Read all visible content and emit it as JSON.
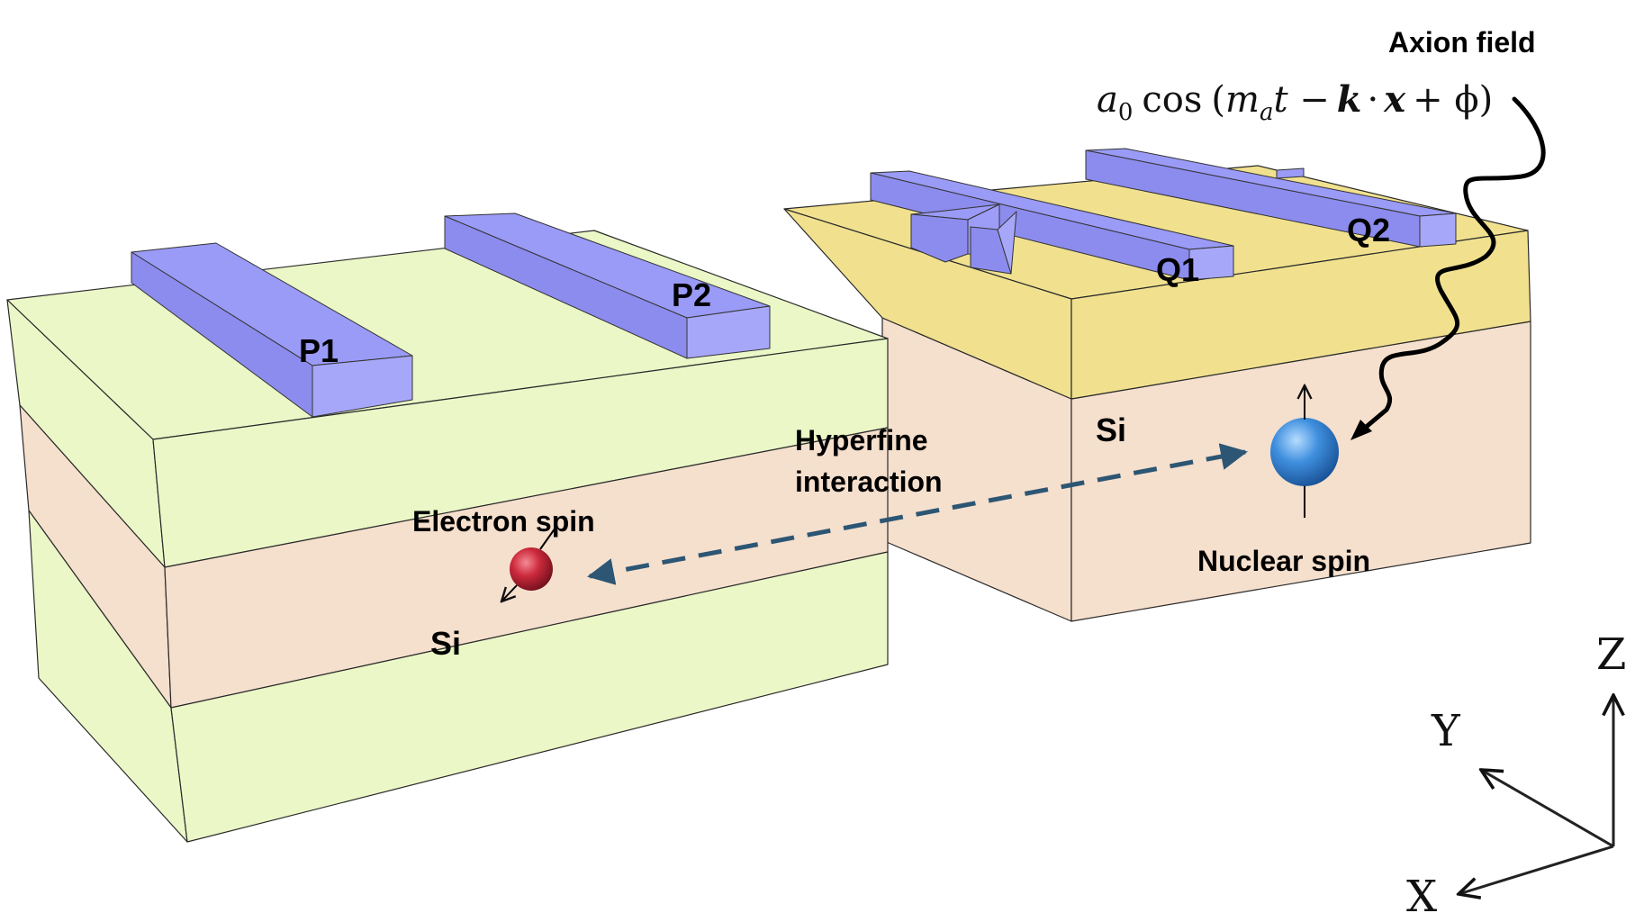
{
  "labels": {
    "p1": "P1",
    "p2": "P2",
    "q1": "Q1",
    "q2": "Q2",
    "si_left": "Si",
    "si_right": "Si",
    "electron_spin": "Electron spin",
    "nuclear_spin": "Nuclear spin",
    "hyperfine_line1": "Hyperfine",
    "hyperfine_line2": "interaction",
    "axion_field": "Axion field"
  },
  "formula": {
    "a": "a",
    "a_sub": "0",
    "cos": "cos",
    "open": "(",
    "m": "m",
    "m_sub": "a",
    "t_minus": "t −",
    "k": "k",
    "dot": "·",
    "x": "x",
    "plus_phi": "+ ϕ",
    "close": ")"
  },
  "axes": {
    "x": "X",
    "y": "Y",
    "z": "Z"
  },
  "colors": {
    "gate": "#9a9af7",
    "gate_side": "#8c8cee",
    "gate_end": "#a7a7fa",
    "barrier": "#ebf7c7",
    "silicon": "#f5dfcd",
    "oxide": "#f1e18f",
    "electron": "#cc2a3c",
    "nucleus": "#3f8fde",
    "hyperfine_arrow": "#2c5673"
  },
  "icons": {
    "electron": "red-sphere-icon",
    "nucleus": "blue-sphere-icon",
    "axion": "wavy-arrow-icon"
  }
}
